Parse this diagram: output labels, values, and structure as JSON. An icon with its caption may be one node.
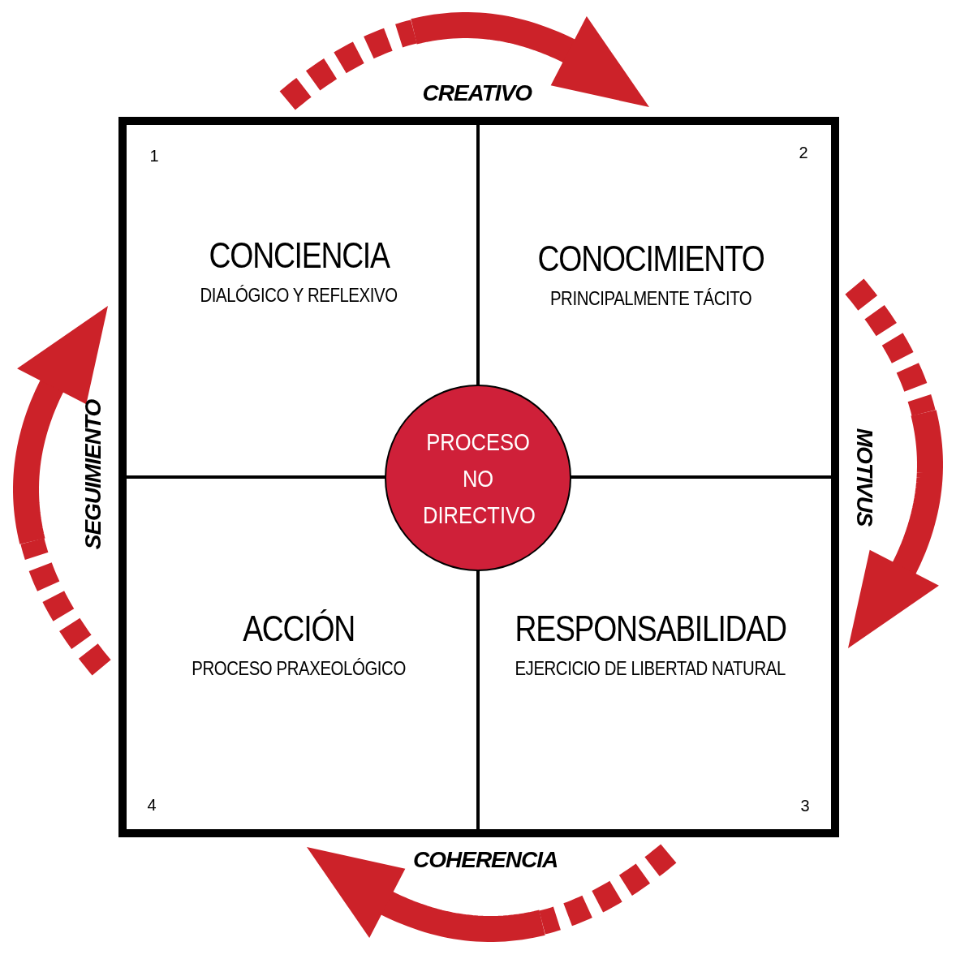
{
  "diagram": {
    "nodes": [
      {
        "text": [
          "CONCIENCIA",
          "DIALÓGICO Y REFLEXIVO"
        ]
      },
      {
        "text": [
          "CONOCIMIENTO",
          "PRINCIPALMENTE TÁCITO"
        ]
      },
      {
        "text": [
          "ACCIÓN",
          "PROCESO PRAXEOLÓGICO"
        ]
      },
      {
        "text": [
          "RESPONSABILIDAD",
          "EJERCICIO DE LIBERTAD NATURAL"
        ]
      },
      {
        "text": [
          "PROCESO NO DIRECTIVO"
        ]
      }
    ],
    "labels": [
      "CREATIVO",
      "1",
      "2",
      "SEGUIMIENTO",
      "MOTIVUS",
      "4",
      "3",
      "COHERENCIA"
    ]
  }
}
